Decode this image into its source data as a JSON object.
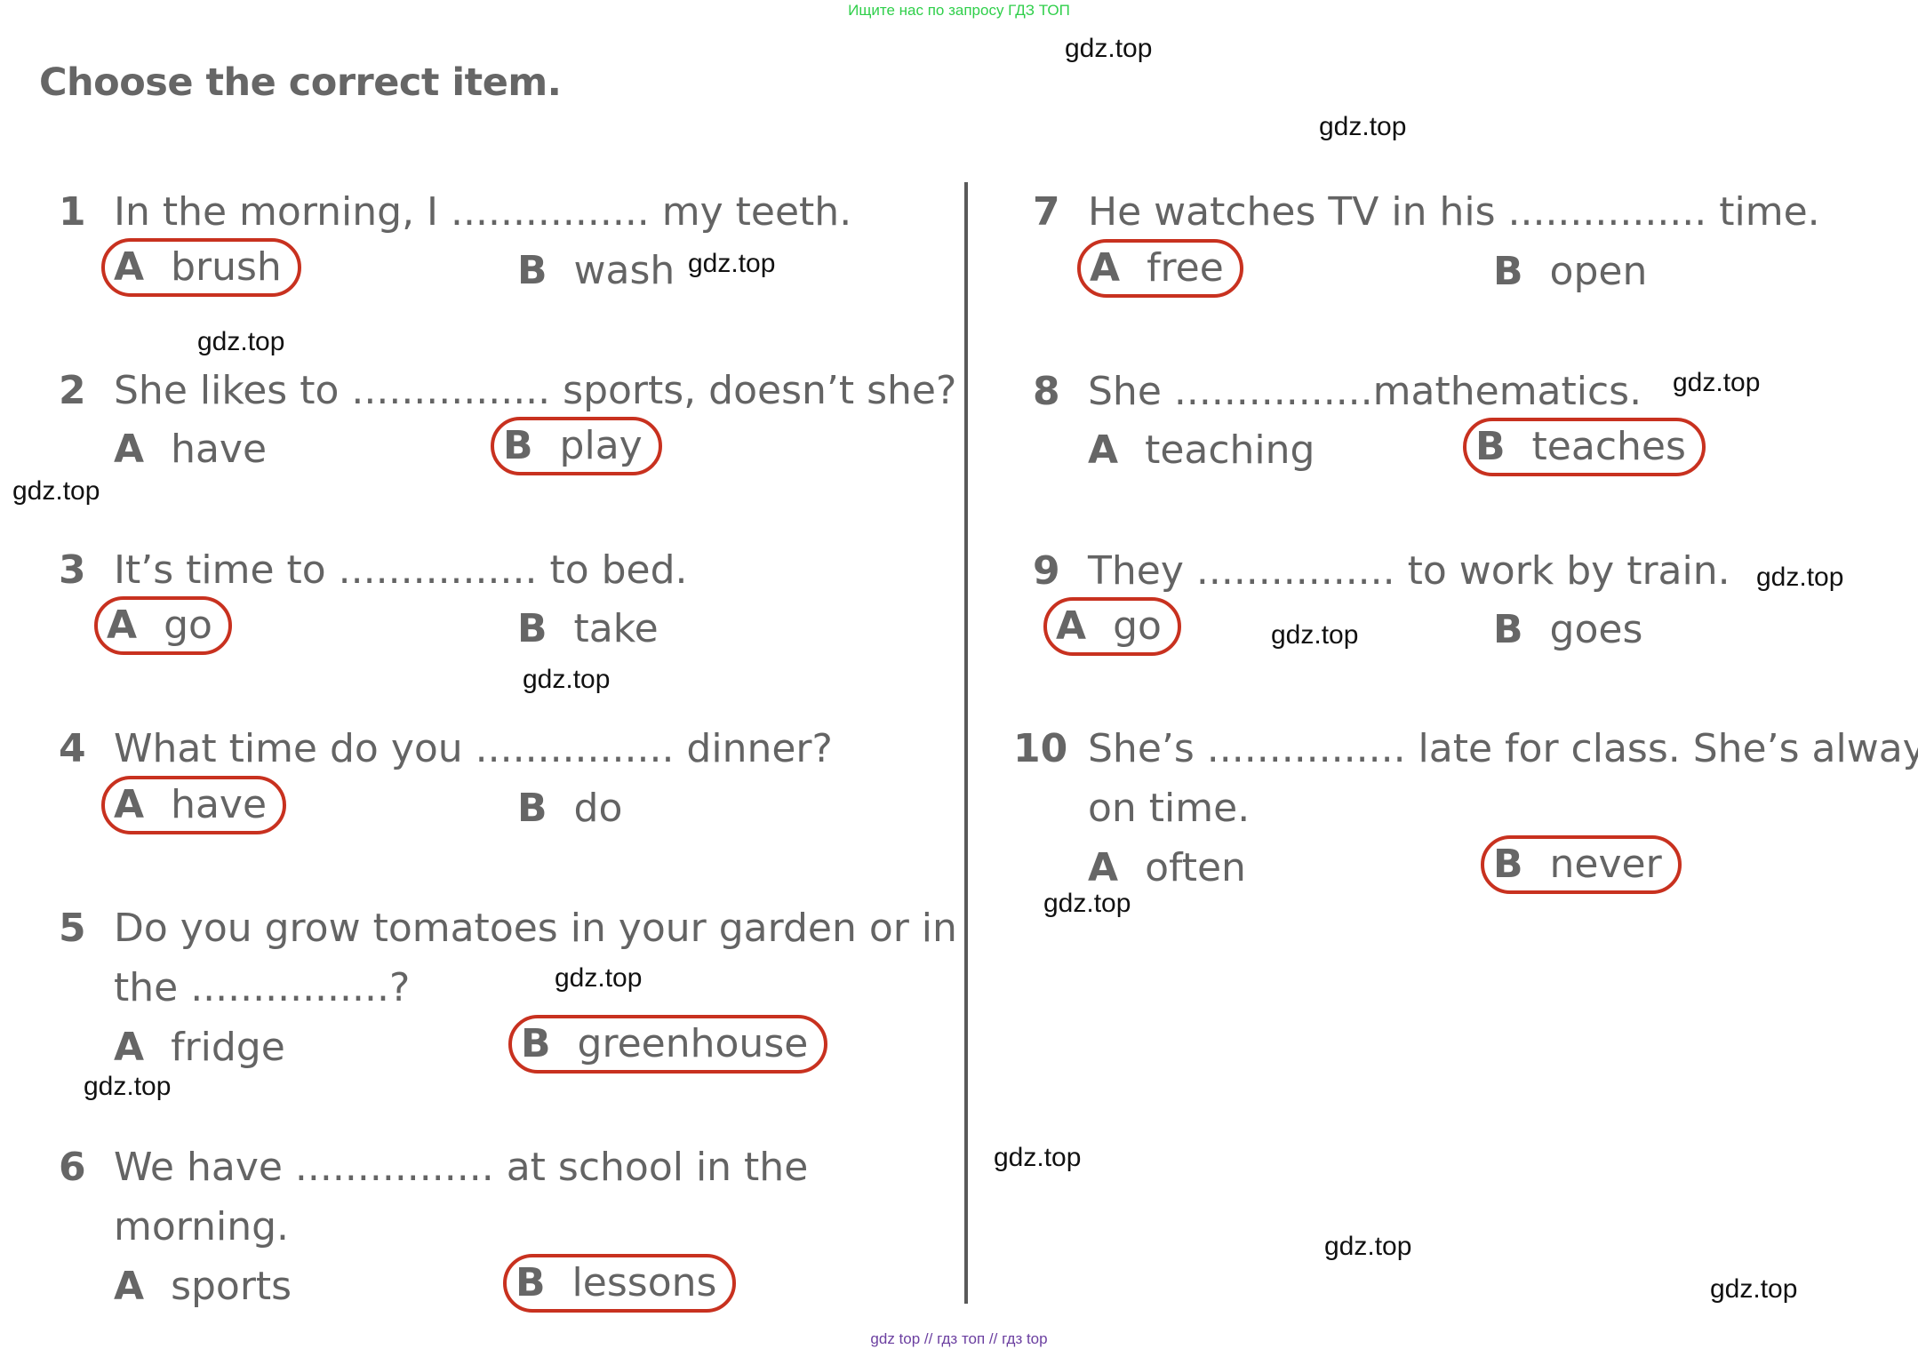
{
  "header_banner": "Ищите нас по запросу ГДЗ ТОП",
  "title": "Choose the correct item.",
  "watermark": "gdz.top",
  "footer_banner": "gdz top  //  гдз топ  //  гдз top",
  "questions": [
    {
      "number": "1",
      "line1": "In the morning, I ................ my teeth.",
      "line2": "",
      "a": "brush",
      "b": "wash",
      "selected": "A"
    },
    {
      "number": "2",
      "line1": "She likes to ................ sports, doesn’t she?",
      "line2": "",
      "a": "have",
      "b": "play",
      "selected": "B"
    },
    {
      "number": "3",
      "line1": "It’s time to ................ to bed.",
      "line2": "",
      "a": "go",
      "b": "take",
      "selected": "A"
    },
    {
      "number": "4",
      "line1": "What time do you ................ dinner?",
      "line2": "",
      "a": "have",
      "b": "do",
      "selected": "A"
    },
    {
      "number": "5",
      "line1": "Do you grow tomatoes in your garden or in",
      "line2": "the ................?",
      "a": "fridge",
      "b": "greenhouse",
      "selected": "B"
    },
    {
      "number": "6",
      "line1": "We have ................ at school in the",
      "line2": "morning.",
      "a": "sports",
      "b": "lessons",
      "selected": "B"
    },
    {
      "number": "7",
      "line1": "He watches TV in his ................ time.",
      "line2": "",
      "a": "free",
      "b": "open",
      "selected": "A"
    },
    {
      "number": "8",
      "line1": "She ................mathematics.",
      "line2": "",
      "a": "teaching",
      "b": "teaches",
      "selected": "B"
    },
    {
      "number": "9",
      "line1": "They ................ to work by train.",
      "line2": "",
      "a": "go",
      "b": "goes",
      "selected": "A"
    },
    {
      "number": "10",
      "line1": "She’s ................ late for class. She’s always",
      "line2": "on time.",
      "a": "often",
      "b": "never",
      "selected": "B"
    }
  ],
  "option_letters": {
    "a": "A",
    "b": "B"
  },
  "colors": {
    "circle": "#c8311f",
    "text": "#646464",
    "banner_top": "#2fcf4a",
    "banner_bottom": "#6b3fa0"
  }
}
